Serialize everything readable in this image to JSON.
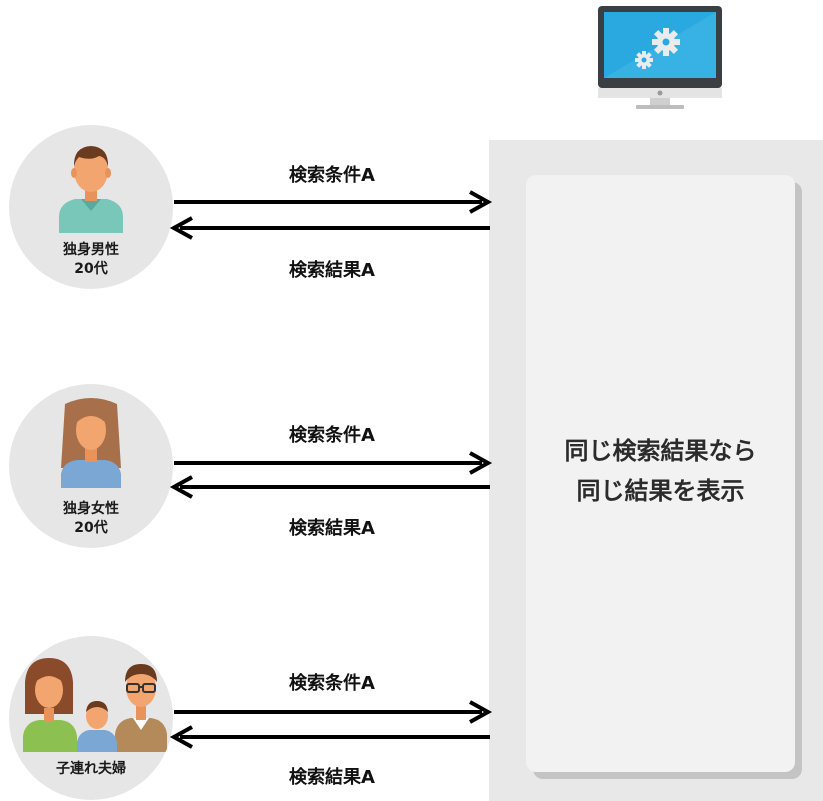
{
  "personas": [
    {
      "label_line1": "独身男性",
      "label_line2": "20代",
      "icon": "single-man-20s-icon"
    },
    {
      "label_line1": "独身女性",
      "label_line2": "20代",
      "icon": "single-woman-20s-icon"
    },
    {
      "label_line1": "子連れ夫婦",
      "label_line2": "",
      "icon": "couple-with-child-icon"
    }
  ],
  "flows": [
    {
      "request": "検索条件A",
      "response": "検索結果A"
    },
    {
      "request": "検索条件A",
      "response": "検索結果A"
    },
    {
      "request": "検索条件A",
      "response": "検索結果A"
    }
  ],
  "server": {
    "icon": "computer-monitor-gears-icon",
    "message_line1": "同じ検索結果なら",
    "message_line2": "同じ結果を表示"
  },
  "colors": {
    "persona_bg": "#e6e6e6",
    "panel_outer": "#e8e8e8",
    "panel_inner": "#f2f2f3",
    "arrow": "#000000"
  }
}
